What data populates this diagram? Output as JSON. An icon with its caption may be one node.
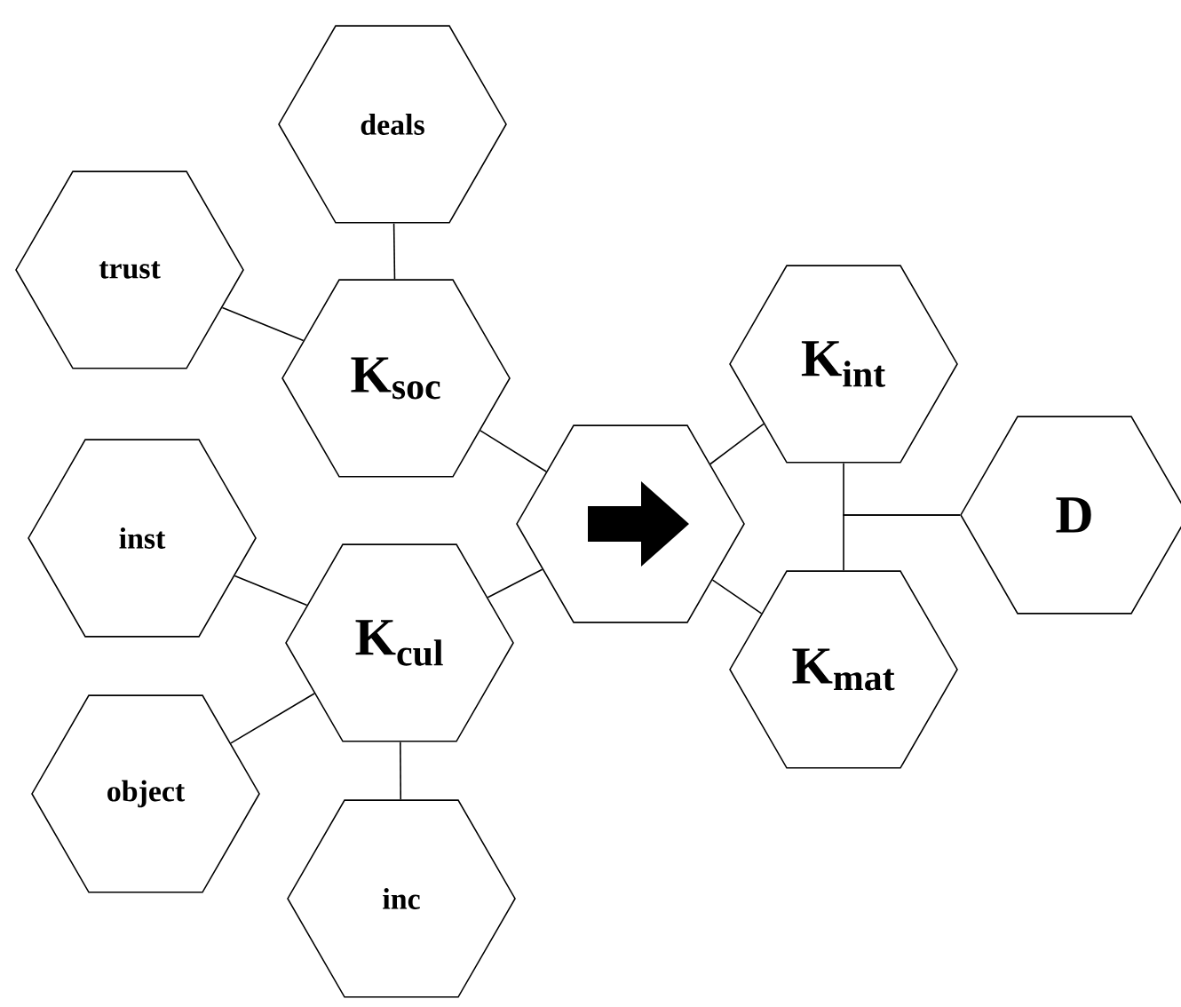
{
  "diagram": {
    "nodes": [
      {
        "text": [
          "deals"
        ]
      },
      {
        "text": [
          "trust"
        ]
      },
      {
        "text": [
          "K$_{soc}$"
        ]
      },
      {
        "text": [
          "K$_{int}$"
        ]
      },
      {
        "text": [],
        "shape": "hexagon"
      },
      {
        "text": [
          "D"
        ]
      },
      {
        "text": [
          "inst"
        ]
      },
      {
        "text": [
          "K$_{cul}$"
        ]
      },
      {
        "text": [
          "K$_{mat}$"
        ]
      },
      {
        "text": [
          "object"
        ]
      },
      {
        "text": [
          "inc"
        ]
      }
    ],
    "edges": [
      {
        "from": 0,
        "to": 2,
        "arrow": "none"
      },
      {
        "from": 1,
        "to": 2,
        "arrow": "none"
      },
      {
        "from": 2,
        "to": 4,
        "arrow": "none"
      },
      {
        "from": 6,
        "to": 7,
        "arrow": "none"
      },
      {
        "from": 9,
        "to": 7,
        "arrow": "none"
      },
      {
        "from": 7,
        "to": 10,
        "arrow": "none"
      },
      {
        "from": 7,
        "to": 4,
        "arrow": "none"
      },
      {
        "from": 4,
        "to": 3,
        "arrow": "none"
      },
      {
        "from": 4,
        "to": 8,
        "arrow": "none"
      },
      {
        "from": 3,
        "to": 5,
        "arrow": "none"
      },
      {
        "from": 8,
        "to": 5,
        "arrow": "none"
      }
    ]
  }
}
